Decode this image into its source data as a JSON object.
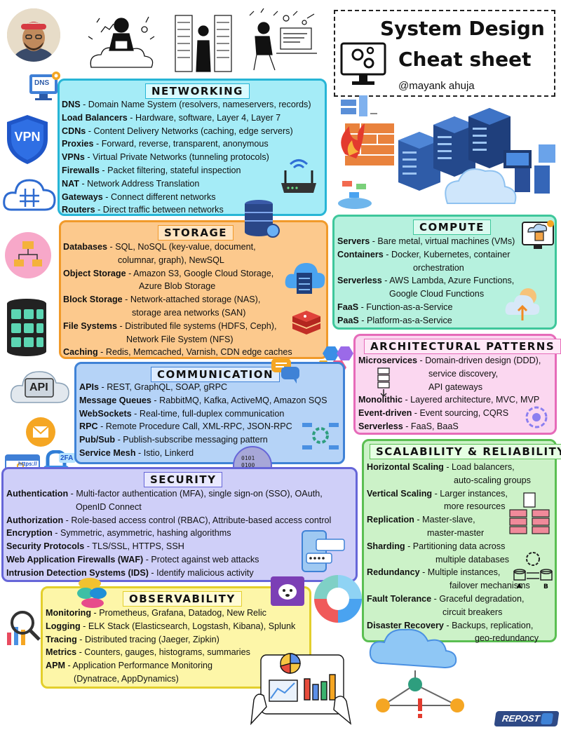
{
  "header": {
    "title_line1": "System Design",
    "title_line2": "Cheat sheet",
    "author": "@mayank ahuja"
  },
  "side_icons": {
    "dns_label": "DNS",
    "vpn_label": "VPN",
    "api_label": "API",
    "https_label": "https://",
    "twofa_label": "2FA"
  },
  "sections": {
    "networking": {
      "title": "NETWORKING",
      "items": [
        {
          "term": "DNS",
          "desc": " - Domain Name System (resolvers, nameservers, records)"
        },
        {
          "term": "Load Balancers",
          "desc": " - Hardware, software, Layer 4, Layer 7"
        },
        {
          "term": "CDNs",
          "desc": " - Content Delivery Networks (caching, edge servers)"
        },
        {
          "term": "Proxies",
          "desc": " - Forward, reverse, transparent, anonymous"
        },
        {
          "term": "VPNs",
          "desc": " - Virtual Private Networks (tunneling protocols)"
        },
        {
          "term": "Firewalls",
          "desc": " - Packet filtering, stateful inspection"
        },
        {
          "term": "NAT",
          "desc": " - Network Address Translation"
        },
        {
          "term": "Gateways",
          "desc": " - Connect different networks"
        },
        {
          "term": "Routers",
          "desc": " - Direct traffic between networks"
        }
      ]
    },
    "storage": {
      "title": "STORAGE",
      "items": [
        {
          "term": "Databases",
          "desc": " - SQL, NoSQL (key-value, document,",
          "cont": "columnar, graph), NewSQL"
        },
        {
          "term": "Object Storage",
          "desc": " - Amazon S3, Google Cloud Storage,",
          "cont": "Azure Blob Storage"
        },
        {
          "term": "Block Storage",
          "desc": " - Network-attached storage (NAS),",
          "cont": "storage area networks (SAN)"
        },
        {
          "term": "File Systems",
          "desc": " - Distributed file systems (HDFS, Ceph),",
          "cont": "Network File System (NFS)"
        },
        {
          "term": "Caching",
          "desc": " - Redis, Memcached, Varnish, CDN edge caches"
        }
      ]
    },
    "compute": {
      "title": "COMPUTE",
      "items": [
        {
          "term": "Servers",
          "desc": " - Bare metal, virtual machines (VMs)"
        },
        {
          "term": "Containers",
          "desc": " - Docker, Kubernetes, container",
          "cont": "orchestration"
        },
        {
          "term": "Serverless",
          "desc": " - AWS Lambda, Azure Functions,",
          "cont": "Google Cloud Functions"
        },
        {
          "term": "FaaS",
          "desc": " - Function-as-a-Service"
        },
        {
          "term": "PaaS",
          "desc": " - Platform-as-a-Service"
        }
      ]
    },
    "architectural": {
      "title": "ARCHITECTURAL PATTERNS",
      "items": [
        {
          "term": "Microservices",
          "desc": " - Domain-driven design (DDD),",
          "cont": "service discovery,",
          "cont2": "API gateways"
        },
        {
          "term": "Monolithic",
          "desc": " - Layered architecture, MVC, MVP"
        },
        {
          "term": "Event-driven",
          "desc": " - Event sourcing, CQRS"
        },
        {
          "term": "Serverless",
          "desc": " - FaaS, BaaS"
        }
      ]
    },
    "communication": {
      "title": "COMMUNICATION",
      "items": [
        {
          "term": "APIs",
          "desc": " - REST, GraphQL, SOAP, gRPC"
        },
        {
          "term": "Message Queues",
          "desc": " - RabbitMQ, Kafka, ActiveMQ, Amazon SQS"
        },
        {
          "term": "WebSockets",
          "desc": " - Real-time, full-duplex communication"
        },
        {
          "term": "RPC",
          "desc": " - Remote Procedure Call, XML-RPC, JSON-RPC"
        },
        {
          "term": "Pub/Sub",
          "desc": " - Publish-subscribe messaging pattern"
        },
        {
          "term": "Service Mesh",
          "desc": " - Istio, Linkerd"
        }
      ]
    },
    "security": {
      "title": "SECURITY",
      "items": [
        {
          "term": "Authentication",
          "desc": " - Multi-factor authentication (MFA), single sign-on (SSO), OAuth,",
          "cont": "OpenID Connect"
        },
        {
          "term": "Authorization",
          "desc": " - Role-based access control (RBAC), Attribute-based access control"
        },
        {
          "term": "Encryption",
          "desc": " - Symmetric, asymmetric, hashing algorithms"
        },
        {
          "term": "Security Protocols",
          "desc": " - TLS/SSL, HTTPS, SSH"
        },
        {
          "term": "Web Application Firewalls (WAF)",
          "desc": " - Protect against web attacks"
        },
        {
          "term": "Intrusion Detection Systems (IDS)",
          "desc": " - Identify malicious activity"
        }
      ]
    },
    "scalability": {
      "title": "SCALABILITY & RELIABILITY",
      "items": [
        {
          "term": "Horizontal Scaling",
          "desc": " - Load balancers,",
          "cont": "auto-scaling groups"
        },
        {
          "term": "Vertical Scaling",
          "desc": " - Larger instances,",
          "cont": "more resources"
        },
        {
          "term": "Replication",
          "desc": " - Master-slave,",
          "cont": "master-master"
        },
        {
          "term": "Sharding",
          "desc": " - Partitioning data across",
          "cont": "multiple databases"
        },
        {
          "term": "Redundancy",
          "desc": " - Multiple instances,",
          "cont": "failover mechanisms"
        },
        {
          "term": "Fault Tolerance",
          "desc": " - Graceful degradation,",
          "cont": "circuit breakers"
        },
        {
          "term": "Disaster Recovery",
          "desc": " - Backups, replication,",
          "cont": "geo-redundancy"
        }
      ]
    },
    "observability": {
      "title": "OBSERVABILITY",
      "items": [
        {
          "term": "Monitoring",
          "desc": " - Prometheus, Grafana, Datadog, New Relic"
        },
        {
          "term": "Logging",
          "desc": " - ELK Stack (Elasticsearch, Logstash, Kibana), Splunk"
        },
        {
          "term": "Tracing",
          "desc": " - Distributed tracing (Jaeger, Zipkin)"
        },
        {
          "term": "Metrics",
          "desc": " - Counters, gauges, histograms, summaries"
        },
        {
          "term": "APM",
          "desc": " - Application Performance Monitoring",
          "cont": "(Dynatrace, AppDynamics)"
        }
      ]
    }
  },
  "footer": {
    "repost_label": "REPOST"
  },
  "colors": {
    "networking_fill": "#a5ecf7",
    "networking_border": "#27b5d6",
    "storage_fill": "#fcc98d",
    "storage_border": "#f19a2a",
    "compute_fill": "#b6f1de",
    "compute_border": "#3ec79b",
    "arch_fill": "#fbd7f0",
    "arch_border": "#e66bb9",
    "comm_fill": "#b5d3f7",
    "comm_border": "#3f82d6",
    "security_fill": "#cfcff8",
    "security_border": "#6666d8",
    "scal_fill": "#ccf2c8",
    "scal_border": "#5bbf52",
    "obs_fill": "#fdf6a8",
    "obs_border": "#e3cf2c"
  }
}
